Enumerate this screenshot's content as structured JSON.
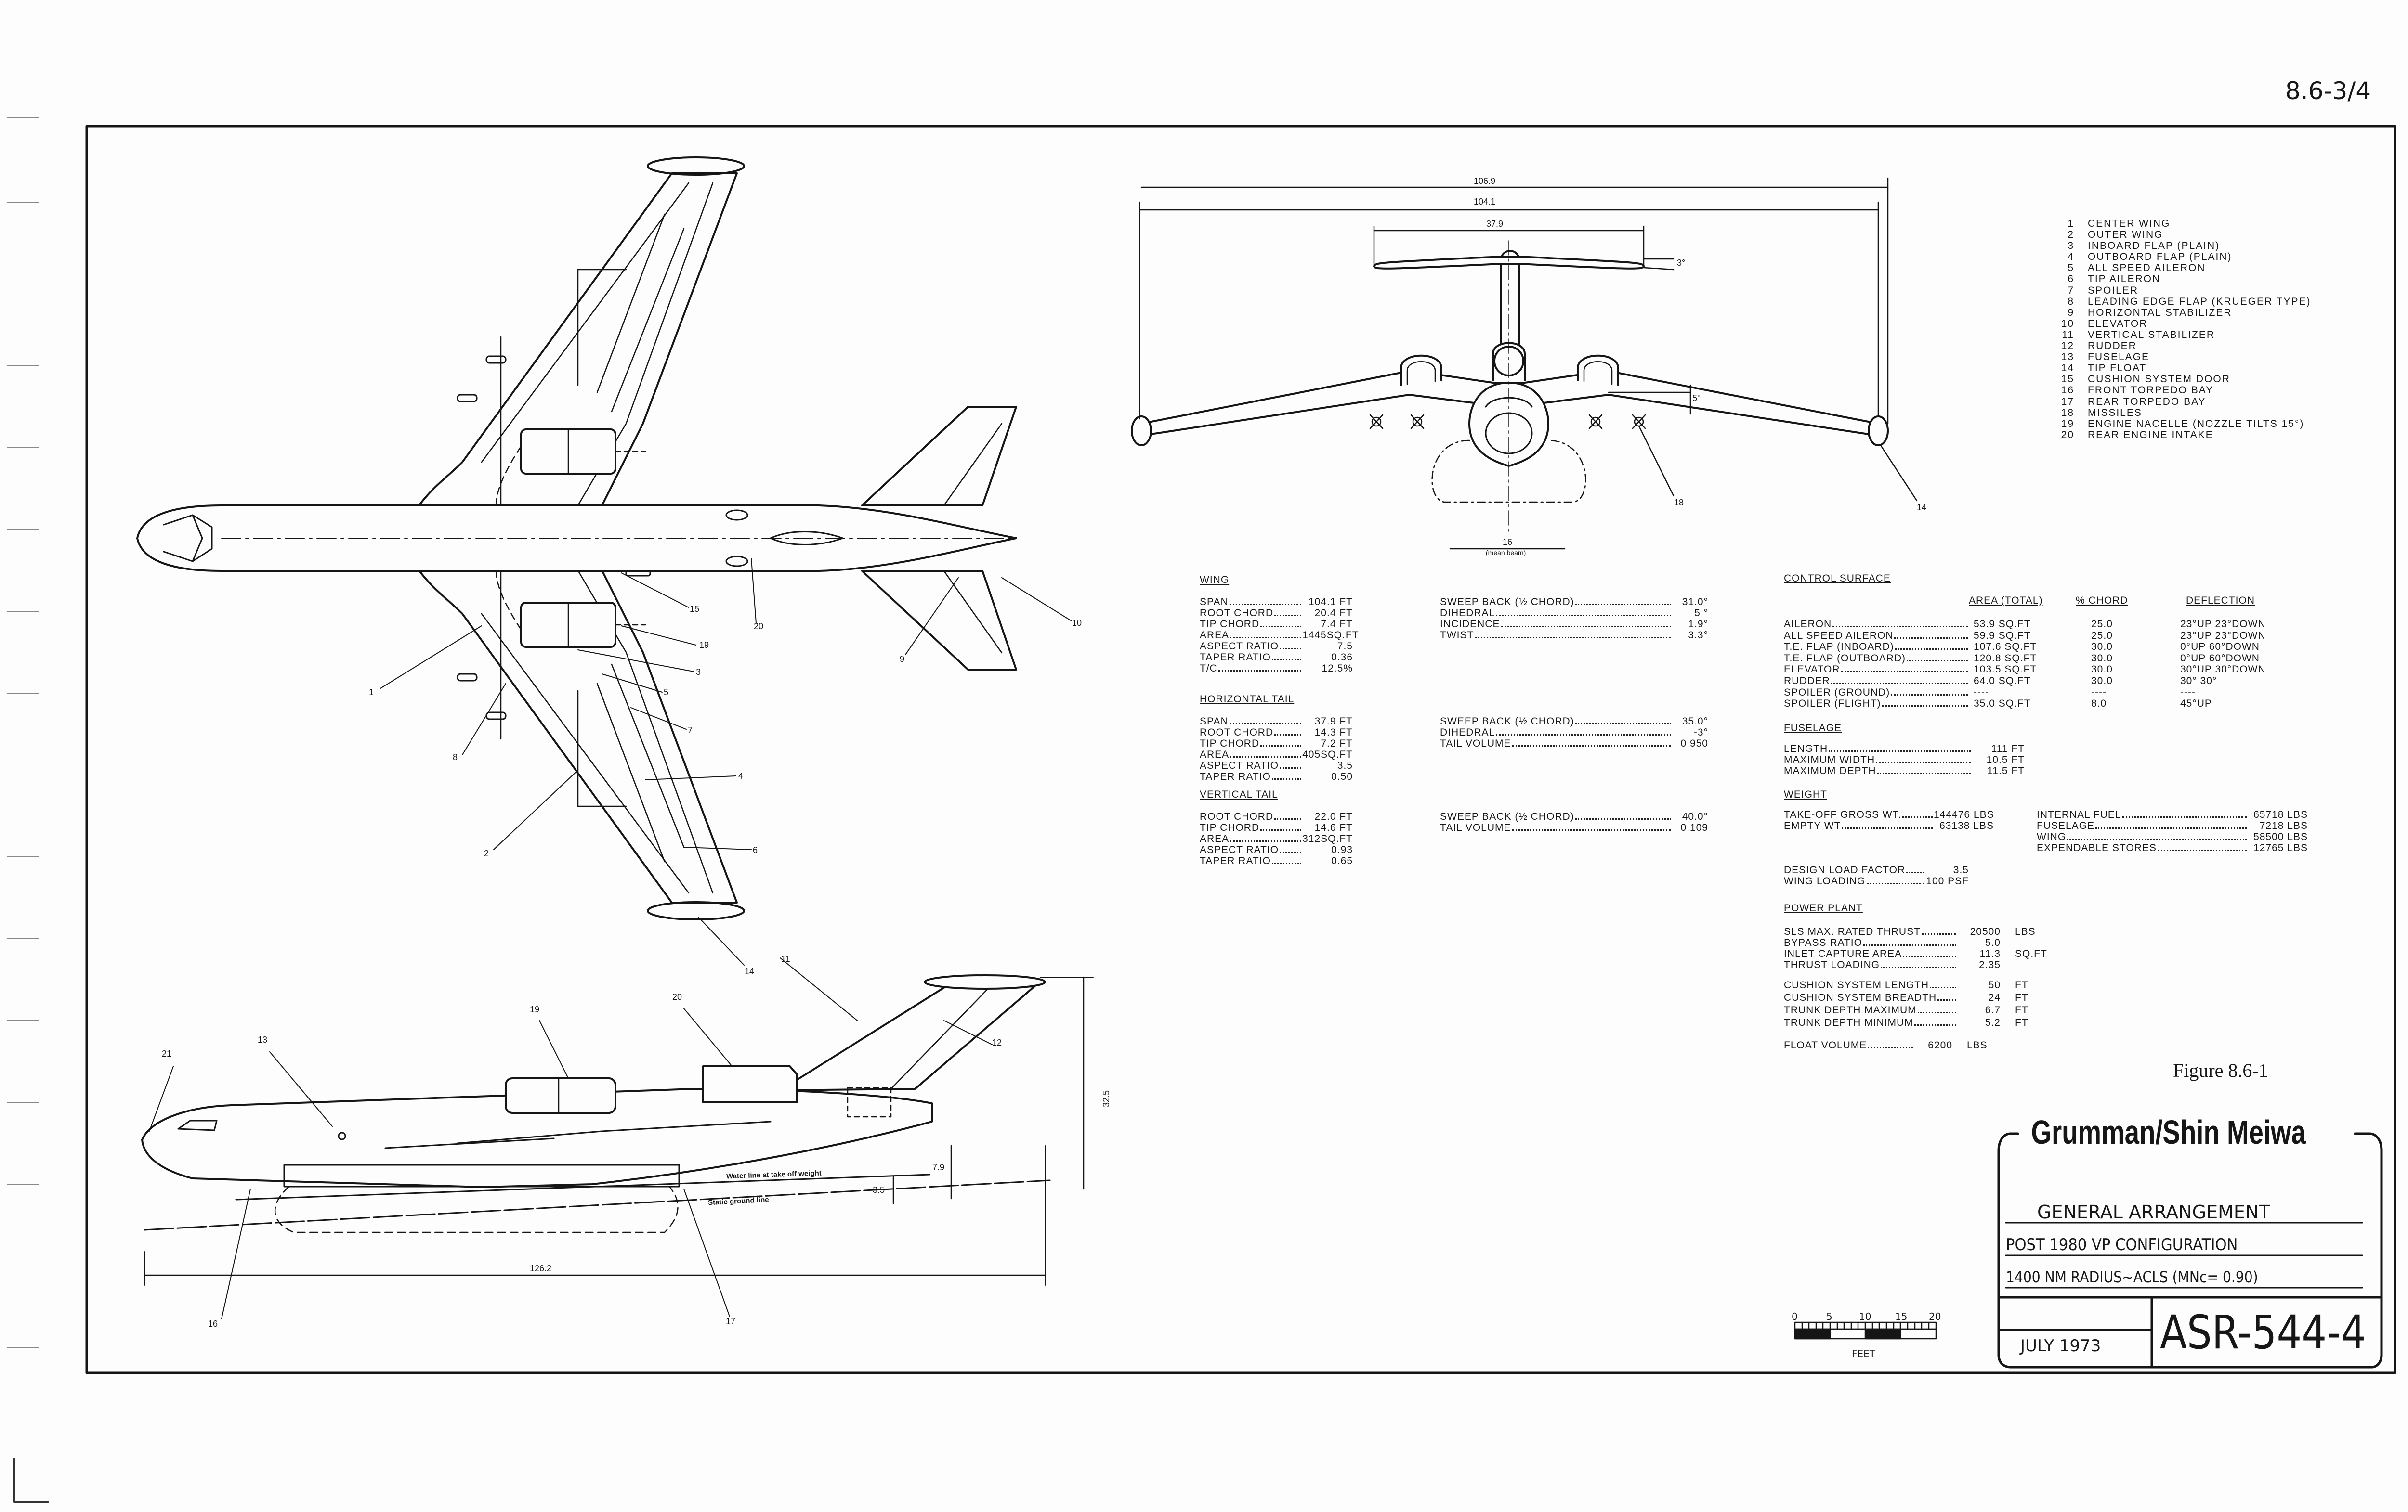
{
  "page_number": "8.6-3/4",
  "figure_label": "Figure 8.6-1",
  "legend": [
    {
      "num": "1",
      "label": "CENTER WING"
    },
    {
      "num": "2",
      "label": "OUTER WING"
    },
    {
      "num": "3",
      "label": "INBOARD FLAP (PLAIN)"
    },
    {
      "num": "4",
      "label": "OUTBOARD FLAP (PLAIN)"
    },
    {
      "num": "5",
      "label": "ALL SPEED AILERON"
    },
    {
      "num": "6",
      "label": "TIP AILERON"
    },
    {
      "num": "7",
      "label": "SPOILER"
    },
    {
      "num": "8",
      "label": "LEADING EDGE FLAP (KRUEGER TYPE)"
    },
    {
      "num": "9",
      "label": "HORIZONTAL STABILIZER"
    },
    {
      "num": "10",
      "label": "ELEVATOR"
    },
    {
      "num": "11",
      "label": "VERTICAL STABILIZER"
    },
    {
      "num": "12",
      "label": "RUDDER"
    },
    {
      "num": "13",
      "label": "FUSELAGE"
    },
    {
      "num": "14",
      "label": "TIP FLOAT"
    },
    {
      "num": "15",
      "label": "CUSHION SYSTEM DOOR"
    },
    {
      "num": "16",
      "label": "FRONT TORPEDO BAY"
    },
    {
      "num": "17",
      "label": "REAR TORPEDO BAY"
    },
    {
      "num": "18",
      "label": "MISSILES"
    },
    {
      "num": "19",
      "label": "ENGINE NACELLE (NOZZLE TILTS 15°)"
    },
    {
      "num": "20",
      "label": "REAR ENGINE INTAKE"
    }
  ],
  "wing": {
    "title": "WING",
    "left": [
      {
        "label": "SPAN",
        "value": "104.1 FT"
      },
      {
        "label": "ROOT CHORD",
        "value": "20.4 FT"
      },
      {
        "label": "TIP CHORD",
        "value": "7.4 FT"
      },
      {
        "label": "AREA",
        "value": "1445SQ.FT"
      },
      {
        "label": "ASPECT RATIO",
        "value": "7.5"
      },
      {
        "label": "TAPER RATIO",
        "value": "0.36"
      },
      {
        "label": "T/C",
        "value": "12.5%"
      }
    ],
    "right": [
      {
        "label": "SWEEP BACK (½ CHORD)",
        "value": "31.0°"
      },
      {
        "label": "DIHEDRAL",
        "value": "5 °"
      },
      {
        "label": "INCIDENCE",
        "value": "1.9°"
      },
      {
        "label": "TWIST",
        "value": "3.3°"
      }
    ]
  },
  "horizontal_tail": {
    "title": "HORIZONTAL TAIL",
    "left": [
      {
        "label": "SPAN",
        "value": "37.9 FT"
      },
      {
        "label": "ROOT CHORD",
        "value": "14.3 FT"
      },
      {
        "label": "TIP CHORD",
        "value": "7.2 FT"
      },
      {
        "label": "AREA",
        "value": "405SQ.FT"
      },
      {
        "label": "ASPECT RATIO",
        "value": "3.5"
      },
      {
        "label": "TAPER RATIO",
        "value": "0.50"
      }
    ],
    "right": [
      {
        "label": "SWEEP BACK (½ CHORD)",
        "value": "35.0°"
      },
      {
        "label": "DIHEDRAL",
        "value": "-3°"
      },
      {
        "label": "TAIL VOLUME",
        "value": "0.950"
      }
    ]
  },
  "vertical_tail": {
    "title": "VERTICAL TAIL",
    "left": [
      {
        "label": "ROOT CHORD",
        "value": "22.0 FT"
      },
      {
        "label": "TIP CHORD",
        "value": "14.6 FT"
      },
      {
        "label": "AREA",
        "value": "312SQ.FT"
      },
      {
        "label": "ASPECT RATIO",
        "value": "0.93"
      },
      {
        "label": "TAPER RATIO",
        "value": "0.65"
      }
    ],
    "right": [
      {
        "label": "SWEEP BACK (½ CHORD)",
        "value": "40.0°"
      },
      {
        "label": "TAIL VOLUME",
        "value": "0.109"
      }
    ]
  },
  "control_surface": {
    "title": "CONTROL SURFACE",
    "headers": [
      "AREA (TOTAL)",
      "% CHORD",
      "DEFLECTION"
    ],
    "rows": [
      {
        "label": "AILERON",
        "area": "53.9 SQ.FT",
        "chord": "25.0",
        "deflection": "23°UP 23°DOWN"
      },
      {
        "label": "ALL SPEED AILERON",
        "area": "59.9 SQ.FT",
        "chord": "25.0",
        "deflection": "23°UP 23°DOWN"
      },
      {
        "label": "T.E. FLAP (INBOARD)",
        "area": "107.6 SQ.FT",
        "chord": "30.0",
        "deflection": "0°UP 60°DOWN"
      },
      {
        "label": "T.E. FLAP (OUTBOARD)",
        "area": "120.8 SQ.FT",
        "chord": "30.0",
        "deflection": "0°UP 60°DOWN"
      },
      {
        "label": "ELEVATOR",
        "area": "103.5 SQ.FT",
        "chord": "30.0",
        "deflection": "30°UP 30°DOWN"
      },
      {
        "label": "RUDDER",
        "area": "64.0 SQ.FT",
        "chord": "30.0",
        "deflection": "30°   30°"
      },
      {
        "label": "SPOILER (GROUND)",
        "area": "----",
        "chord": "----",
        "deflection": "----"
      },
      {
        "label": "SPOILER (FLIGHT)",
        "area": "35.0 SQ.FT",
        "chord": "8.0",
        "deflection": "45°UP"
      }
    ]
  },
  "fuselage": {
    "title": "FUSELAGE",
    "rows": [
      {
        "label": "LENGTH",
        "value": "111   FT"
      },
      {
        "label": "MAXIMUM WIDTH",
        "value": "10.5 FT"
      },
      {
        "label": "MAXIMUM DEPTH",
        "value": "11.5 FT"
      }
    ]
  },
  "weight": {
    "title": "WEIGHT",
    "left": [
      {
        "label": "TAKE-OFF GROSS WT.",
        "value": "144476 LBS"
      },
      {
        "label": "EMPTY WT",
        "value": "63138 LBS"
      }
    ],
    "right": [
      {
        "label": "INTERNAL FUEL",
        "value": "65718 LBS"
      },
      {
        "label": "FUSELAGE",
        "value": "7218 LBS"
      },
      {
        "label": "WING",
        "value": "58500 LBS"
      },
      {
        "label": "EXPENDABLE STORES",
        "value": "12765 LBS"
      }
    ],
    "loads": [
      {
        "label": "DESIGN LOAD FACTOR",
        "value": "3.5"
      },
      {
        "label": "WING LOADING",
        "value": "100 PSF"
      }
    ]
  },
  "power_plant": {
    "title": "POWER PLANT",
    "engine": [
      {
        "label": "SLS MAX. RATED THRUST",
        "value": "20500",
        "unit": "LBS"
      },
      {
        "label": "BYPASS RATIO",
        "value": "5.0",
        "unit": ""
      },
      {
        "label": "INLET CAPTURE AREA",
        "value": "11.3",
        "unit": "SQ.FT"
      },
      {
        "label": "THRUST LOADING",
        "value": "2.35",
        "unit": ""
      }
    ],
    "cushion": [
      {
        "label": "CUSHION SYSTEM LENGTH",
        "value": "50",
        "unit": "FT"
      },
      {
        "label": "CUSHION SYSTEM BREADTH",
        "value": "24",
        "unit": "FT"
      },
      {
        "label": "TRUNK DEPTH MAXIMUM",
        "value": "6.7",
        "unit": "FT"
      },
      {
        "label": "TRUNK DEPTH MINIMUM",
        "value": "5.2",
        "unit": "FT"
      }
    ],
    "float": [
      {
        "label": "FLOAT VOLUME",
        "value": "6200",
        "unit": "LBS"
      }
    ]
  },
  "front_view": {
    "dim_overall": "106.9",
    "dim_span": "104.1",
    "dim_htail": "37.9",
    "htail_dihedral": "3°",
    "wing_dihedral": "5°",
    "mean_beam_value": "16",
    "mean_beam_label": "(mean beam)",
    "callout_missiles": "18",
    "callout_float": "14"
  },
  "plan_view": {
    "callouts": [
      "15",
      "19",
      "3",
      "5",
      "7",
      "4",
      "6",
      "14",
      "11",
      "1",
      "8",
      "2",
      "20",
      "9",
      "10"
    ]
  },
  "side_view": {
    "callouts": [
      "21",
      "13",
      "19",
      "20",
      "12",
      "16",
      "17"
    ],
    "length": "126.2",
    "height": "32.5",
    "dim_7_9": "7.9",
    "dim_3_5": "3.5",
    "water_line": "Water line at take off weight",
    "ground_line": "Static ground line"
  },
  "title_block": {
    "company": "Grumman/Shin Meiwa",
    "line1": "GENERAL ARRANGEMENT",
    "line2": "POST 1980 VP CONFIGURATION",
    "line3": "1400 NM RADIUS~ACLS (MNc= 0.90)",
    "date": "JULY 1973",
    "drawing_number": "ASR-544-4"
  },
  "scale_bar": {
    "ticks": [
      "0",
      "5",
      "10",
      "15",
      "20"
    ],
    "unit": "FEET"
  }
}
